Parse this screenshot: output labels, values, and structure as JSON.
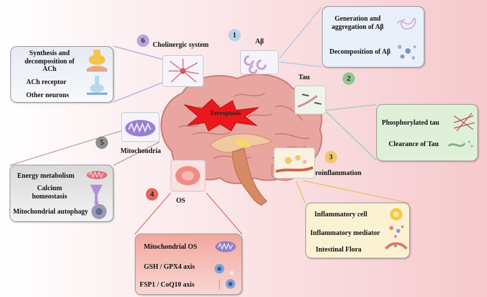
{
  "center": "Ferroptosis",
  "topics": [
    {
      "num": "1",
      "title": "Aβ",
      "color": "#b9d3ec"
    },
    {
      "num": "2",
      "title": "Tau",
      "color": "#8fc58f"
    },
    {
      "num": "3",
      "title": "Neuroinflammation",
      "color": "#f1c86b"
    },
    {
      "num": "4",
      "title": "OS",
      "color": "#e1685b"
    },
    {
      "num": "5",
      "title": "Mitochondria",
      "color": "#8f8f8f"
    },
    {
      "num": "6",
      "title": "Cholinergic system",
      "color": "#b6a4dc"
    }
  ],
  "ab_box": [
    "Generation and aggregation of Aβ",
    "Decomposition of Aβ"
  ],
  "tau_box": [
    "Phosphorylated tau",
    "Clearance of Tau"
  ],
  "neuro_box": [
    "Inflammatory cell",
    "Inflammatory mediator",
    "Intestinal Flora"
  ],
  "os_box": [
    "Mitochondrial OS",
    "GSH / GPX4 axis",
    "FSP1 / CoQ10 axis"
  ],
  "mito_box": [
    "Energy metabolism",
    "Calcium homeostasis",
    "Mitochondrial autophagy"
  ],
  "chol_box": [
    "Synthesis and decomposition of ACh",
    "ACh receptor",
    "Other neurons"
  ]
}
